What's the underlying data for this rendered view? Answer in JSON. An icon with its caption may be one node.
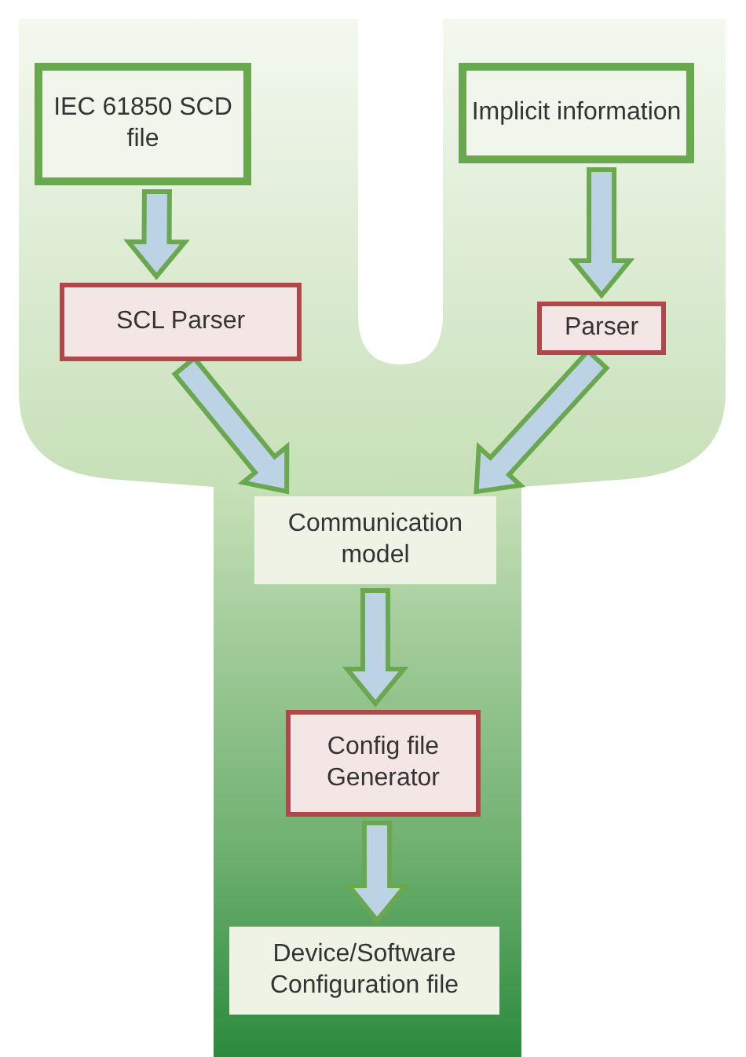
{
  "diagram": {
    "nodes": [
      {
        "text": [
          "IEC 61850 SCD file"
        ]
      },
      {
        "text": [
          "Implicit information"
        ]
      },
      {
        "text": [
          "SCL Parser"
        ]
      },
      {
        "text": [
          "Parser"
        ]
      },
      {
        "text": [
          "Communication model"
        ]
      },
      {
        "text": [
          "Config file Generator"
        ]
      },
      {
        "text": [
          "Device/Software Configuration file"
        ]
      }
    ],
    "edges": [
      {
        "from": 0,
        "to": 2,
        "arrow": "to"
      },
      {
        "from": 1,
        "to": 3,
        "arrow": "to"
      },
      {
        "from": 2,
        "to": 4,
        "arrow": "to"
      },
      {
        "from": 3,
        "to": 4,
        "arrow": "to"
      },
      {
        "from": 4,
        "to": 5,
        "arrow": "to"
      },
      {
        "from": 5,
        "to": 6,
        "arrow": "to"
      }
    ]
  }
}
